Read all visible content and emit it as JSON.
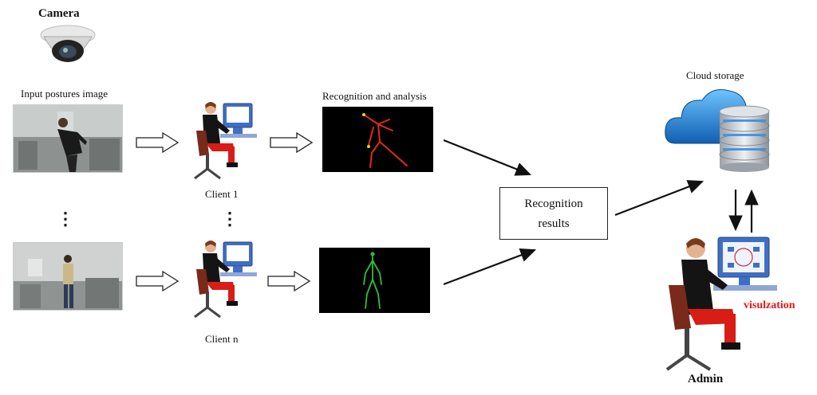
{
  "labels": {
    "camera": "Camera",
    "input_postures": "Input postures image",
    "client_1": "Client 1",
    "client_n": "Client n",
    "recognition_analysis": "Recognition and analysis",
    "recognition_results_line1": "Recognition",
    "recognition_results_line2": "results",
    "cloud_storage": "Cloud storage",
    "visualization": "visulzation",
    "admin": "Admin",
    "ellipsis": "⋮"
  },
  "colors": {
    "skeleton_top": "#e02a1e",
    "skeleton_bottom": "#2fbf3a",
    "visualization_text": "#e21b1b",
    "cloud_blue": "#1c8be0",
    "monitor_blue": "#3f6fc4",
    "chair": "#7a2a1a",
    "pants": "#d81c16"
  },
  "icons": [
    "camera-icon",
    "client-computer-icon",
    "cloud-storage-icon",
    "admin-computer-icon",
    "arrow-right-icon"
  ]
}
